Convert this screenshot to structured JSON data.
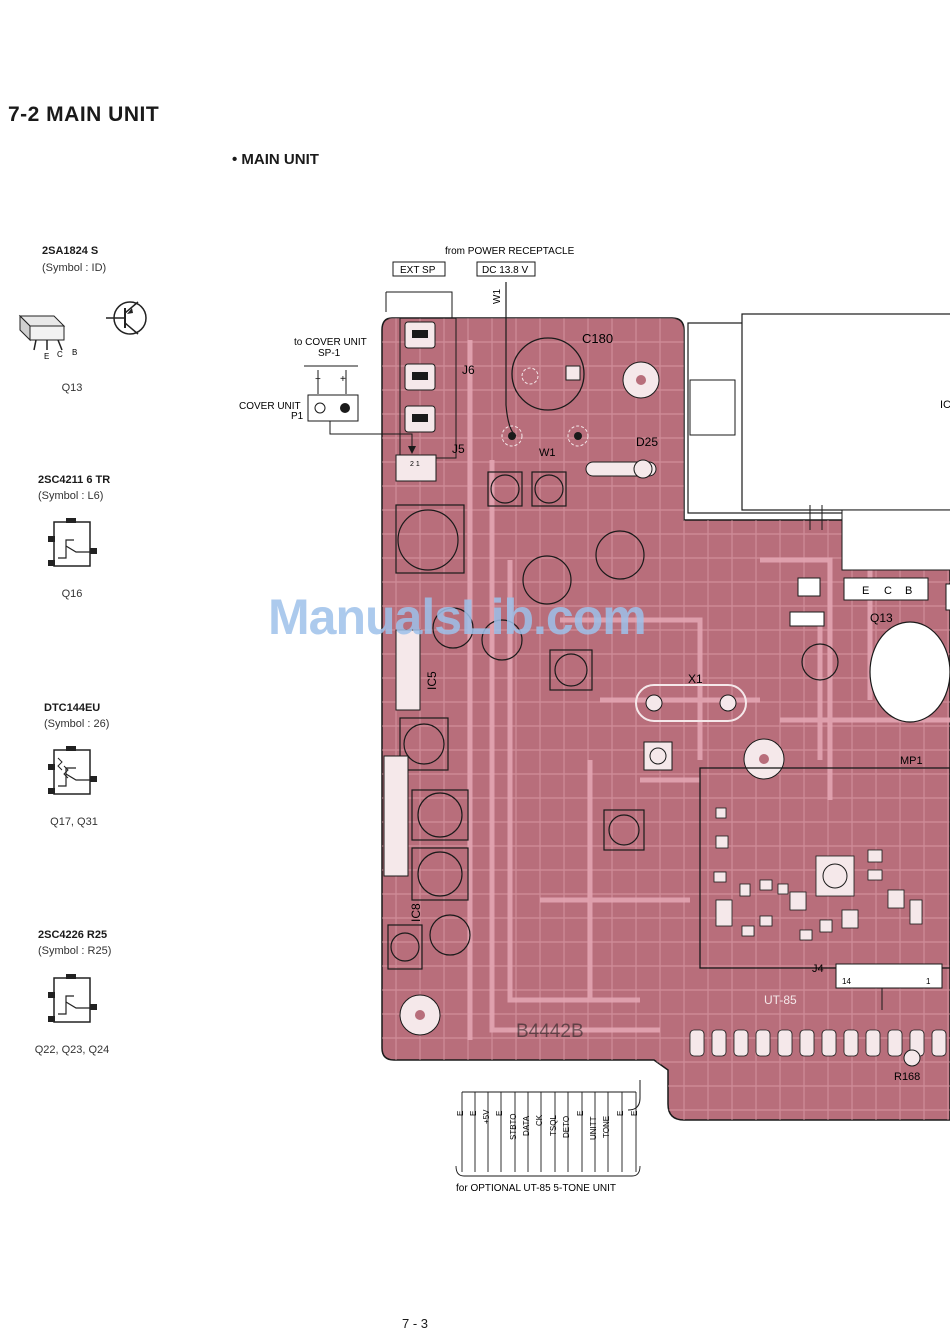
{
  "header": {
    "section_title": "7-2  MAIN UNIT",
    "sub_title": "• MAIN UNIT"
  },
  "transistors": [
    {
      "name": "2SA1824  S",
      "symbol": "(Symbol : ID)",
      "pins": [
        "E",
        "C",
        "B"
      ],
      "ref": "Q13"
    },
    {
      "name": "2SC4211  6  TR",
      "symbol": "(Symbol : L6)",
      "ref": "Q16"
    },
    {
      "name": "DTC144EU",
      "symbol": "(Symbol : 26)",
      "ref": "Q17, Q31"
    },
    {
      "name": "2SC4226  R25",
      "symbol": "(Symbol : R25)",
      "ref": "Q22, Q23, Q24"
    }
  ],
  "pcb": {
    "top_note": "from POWER RECEPTACLE",
    "ext_sp": "EXT SP",
    "dc": "DC 13.8 V",
    "w1_vertical": "W1",
    "w1": "W1",
    "cover_unit_to": "to COVER UNIT",
    "sp1": "SP-1",
    "cover_unit_p1_a": "COVER UNIT",
    "cover_unit_p1_b": "P1",
    "minus": "−",
    "plus": "+",
    "c180": "C180",
    "d25": "D25",
    "j6": "J6",
    "j5": "J5",
    "ic5": "IC5",
    "ic8": "IC8",
    "x1": "X1",
    "mp1": "MP1",
    "q13": "Q13",
    "ecb": [
      "E",
      "C",
      "B"
    ],
    "j4": "J4",
    "j4_pin14": "14",
    "j4_pin1": "1",
    "ut85": "UT-85",
    "board_code": "B4442B",
    "r168": "R168",
    "ic_partial": "IC",
    "connector_pins": [
      "E",
      "E",
      "+5V",
      "E",
      "STBTO",
      "DATA",
      "CK",
      "TSQL",
      "DETO",
      "E",
      "UNITT",
      "TONE",
      "E",
      "E"
    ],
    "optional_note": "for OPTIONAL UT-85 5-TONE UNIT"
  },
  "watermark": "ManualsLib.com",
  "footer": {
    "page": "7 - 3"
  },
  "colors": {
    "board": "#b86e7b",
    "trace": "#e3a5b2",
    "pad": "#f5e8ea",
    "outline": "#1a1a1a",
    "watermark": "#9ec1ea"
  }
}
